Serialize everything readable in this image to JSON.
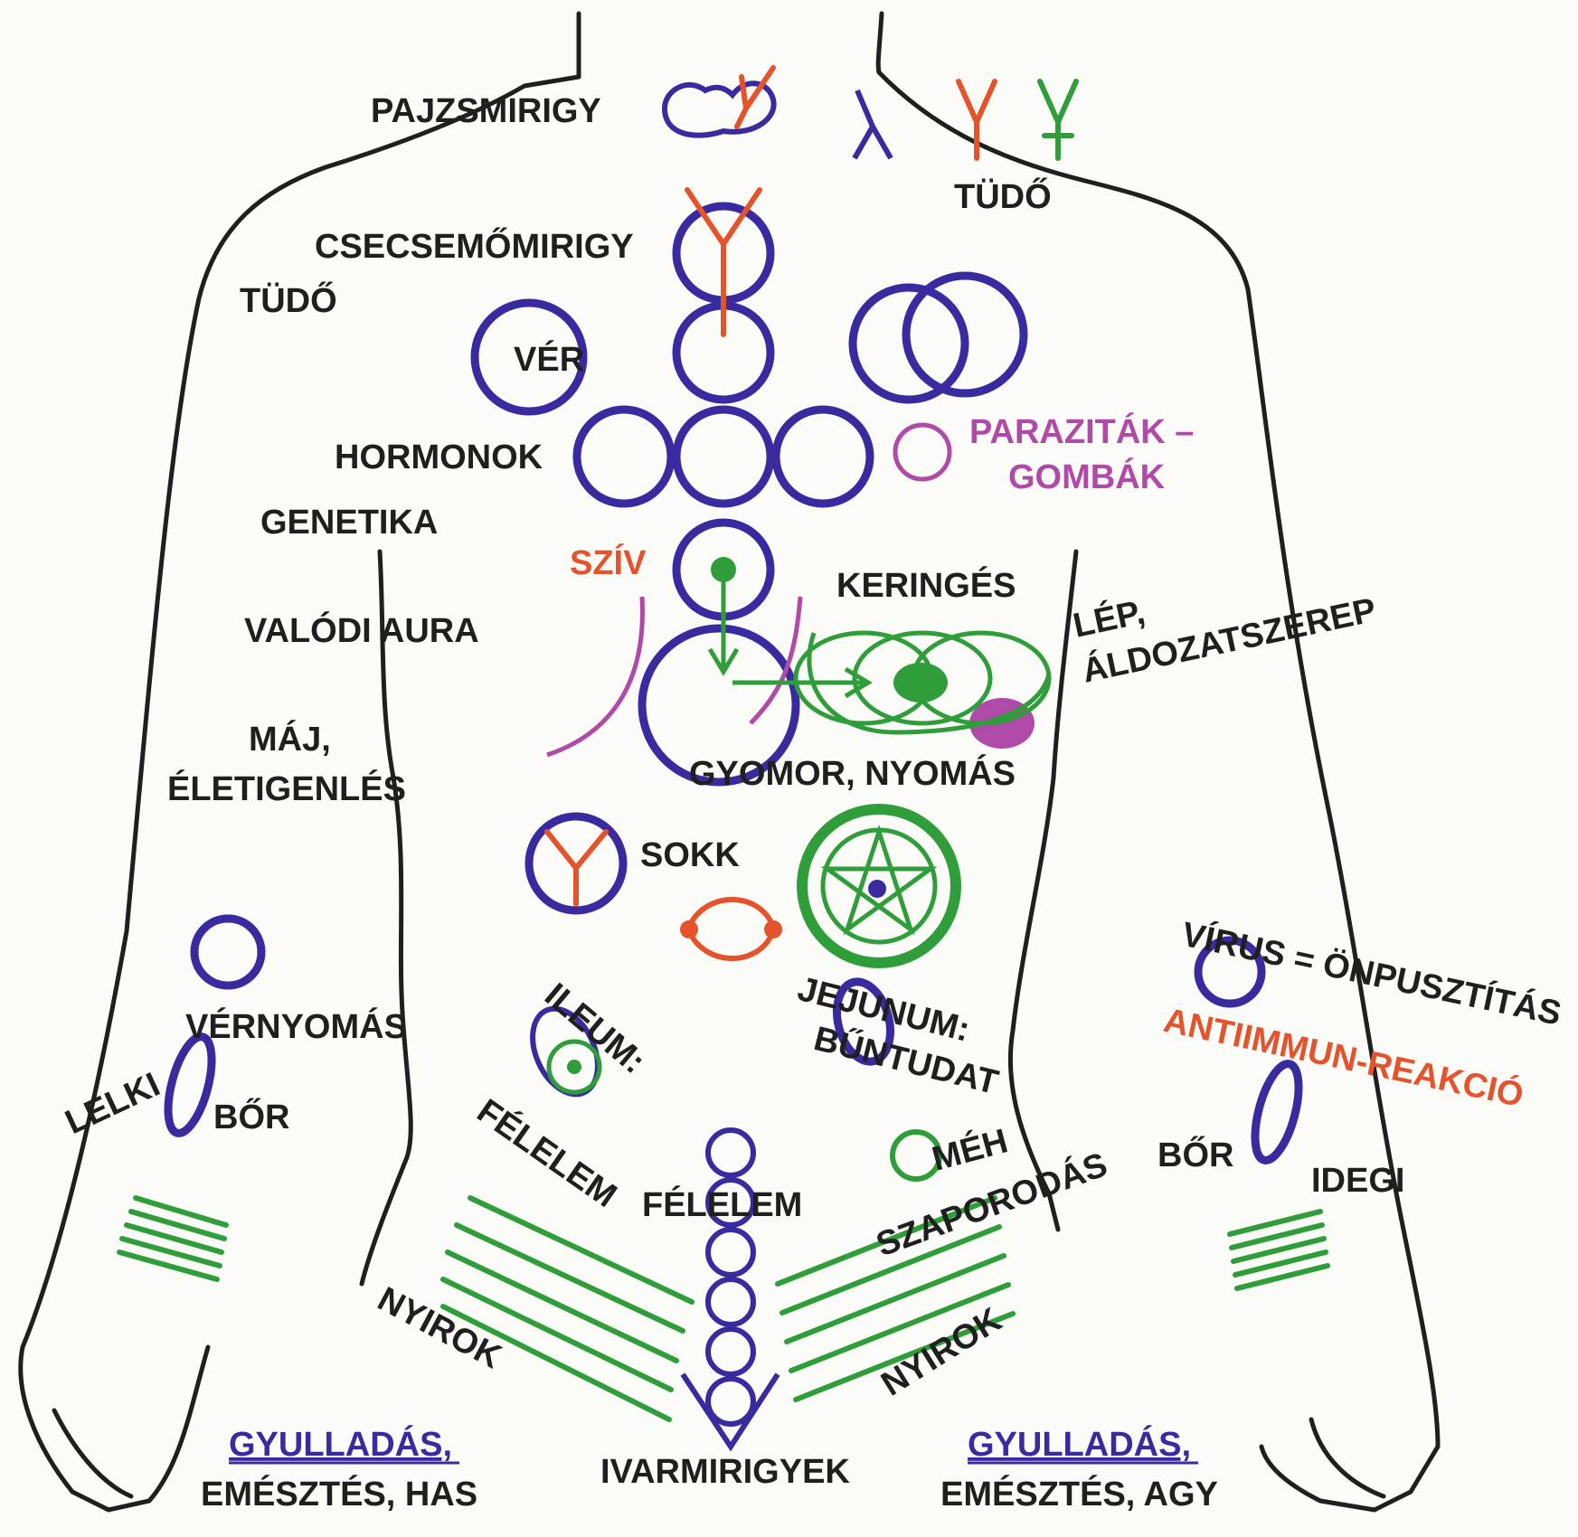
{
  "colors": {
    "purple": "#3a2aa0",
    "green": "#2f9e3a",
    "orange": "#e5532d",
    "magenta": "#b04aa8",
    "ink": "#1f1f1f",
    "background": "#fbfbf8"
  },
  "labels": {
    "pajzsmirigy": "PAJZSMIRIGY",
    "tudo_right": "TÜDŐ",
    "csecsemomirigy": "CSECSEMŐMIRIGY",
    "tudo_left": "TÜDŐ",
    "ver": "VÉR",
    "hormonok": "HORMONOK",
    "paraztiak_1": "PARAZITÁK –",
    "paraztiak_2": "GOMBÁK",
    "genetika": "GENETIKA",
    "sziv": "SZÍV",
    "keringes": "KERINGÉS",
    "valodi_aura": "VALÓDI AURA",
    "lep_1": "LÉP,",
    "lep_2": "ÁLDOZATSZEREP",
    "maj_1": "MÁJ,",
    "maj_2": "ÉLETIGENLÉS",
    "gyomor": "GYOMOR, NYOMÁS",
    "sokk": "SOKK",
    "virus": "VÍRUS = ÖNPUSZTÍTÁS",
    "antiimmun": "ANTIIMMUN-REAKCIÓ",
    "vernyomas": "VÉRNYOMÁS",
    "ileum": "ILEUM:",
    "jejunum": "JEJUNUM:",
    "buntudat": "BŰNTUDAT",
    "lelki": "LELKI",
    "bor_left": "BŐR",
    "felelem_diag": "FÉLELEM",
    "felelem_center": "FÉLELEM",
    "meh": "MÉH",
    "szaporodas": "SZAPORODÁS",
    "bor_right": "BŐR",
    "idegi": "IDEGI",
    "nyirok_left": "NYIROK",
    "nyirok_right": "NYIROK",
    "gyulladas_left": "GYULLADÁS,",
    "emesztes_has": "EMÉSZTÉS, HAS",
    "ivarmirigyek": "IVARMIRIGYEK",
    "gyulladas_right": "GYULLADÁS,",
    "emesztes_agy": "EMÉSZTÉS, AGY"
  }
}
